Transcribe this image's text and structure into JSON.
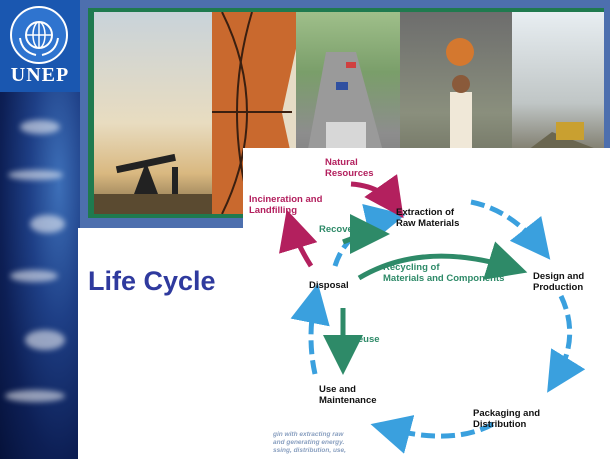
{
  "logo": {
    "text": "UNEP"
  },
  "title": "Life Cycle",
  "diagram": {
    "natural_resources": [
      "Natural",
      "Resources"
    ],
    "extraction": [
      "Extraction of",
      "Raw Materials"
    ],
    "design": [
      "Design and",
      "Production"
    ],
    "packaging": [
      "Packaging and",
      "Distribution"
    ],
    "use": [
      "Use and",
      "Maintenance"
    ],
    "disposal": "Disposal",
    "incineration": [
      "Incineration and",
      "Landfilling"
    ],
    "recovery": "Recovery",
    "recycling": [
      "Recycling of",
      "Materials and Components"
    ],
    "reuse": "Reuse",
    "caption": [
      "gin with extracting raw",
      "and generating energy.",
      "ssing, distribution, use,"
    ]
  },
  "colors": {
    "flow": "#3aa0de",
    "loop": "#2e8a68",
    "input": "#b3205e",
    "title": "#2f3a9e"
  }
}
